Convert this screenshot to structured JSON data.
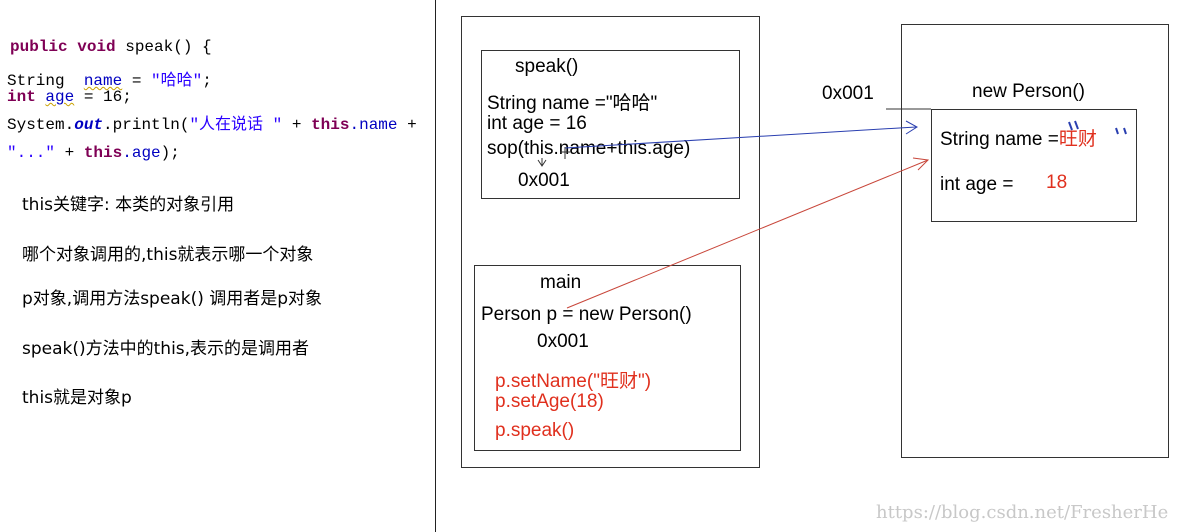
{
  "code": {
    "line1": {
      "kw1": "public",
      "kw2": "void",
      "rest": " speak() {"
    },
    "line2": {
      "type": "String",
      "var": "name",
      "eq": " = ",
      "str": "\"哈哈\"",
      "end": ";"
    },
    "line3": {
      "kw": "int",
      "var": "age",
      "rest": " = 16;"
    },
    "line4": {
      "obj": "System.",
      "out": "out",
      "mid": ".println(",
      "str": "\"人在说话 \"",
      "plus": " + ",
      "this1": "this",
      "fld1": ".name",
      "plus2": " +"
    },
    "line5": {
      "str": "\"...\"",
      "plus": " + ",
      "this2": "this",
      "fld2": ".age",
      "end": ");"
    }
  },
  "notes": [
    "this关键字: 本类的对象引用",
    "哪个对象调用的,this就表示哪一个对象",
    "p对象,调用方法speak()  调用者是p对象",
    "speak()方法中的this,表示的是调用者",
    "this就是对象p"
  ],
  "stack": {
    "speak": {
      "title": "speak()",
      "lines": [
        "String name =\"哈哈\"",
        "int age = 16",
        "sop(this.name+this.age)"
      ],
      "addr": "0x001"
    },
    "main": {
      "title": "main",
      "decl": "Person p = new Person()",
      "addr": "0x001",
      "calls": [
        "p.setName(\"旺财\")",
        "p.setAge(18)",
        "p.speak()"
      ]
    }
  },
  "heap": {
    "addr": "0x001",
    "title": "new Person()",
    "name_label": "String name =",
    "name_value": "旺财",
    "age_label": "int age =",
    "age_value": "18"
  },
  "watermark": "https://blog.csdn.net/FresherHe",
  "colors": {
    "red": "#e0301e",
    "blue_arrow": "#2a3fb0",
    "red_arrow": "#c8463a"
  }
}
